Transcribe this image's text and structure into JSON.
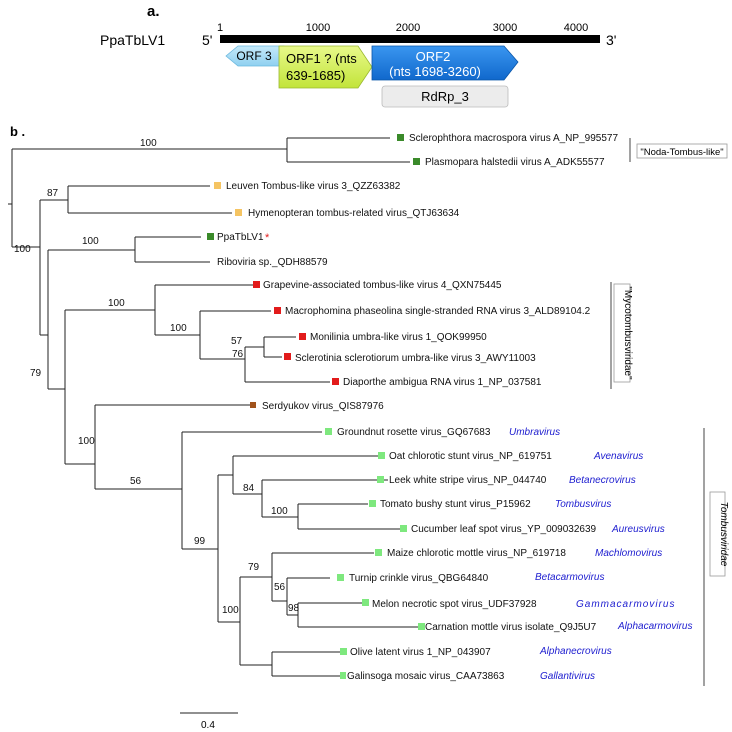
{
  "panel_a": {
    "label": "a.",
    "genome_name": "PpaTbLV1",
    "five_prime": "5'",
    "three_prime": "3'",
    "ticks": [
      "1",
      "1000",
      "2000",
      "3000",
      "4000"
    ],
    "orf3": "ORF 3",
    "orf1_line1": "ORF1 ? (nts",
    "orf1_line2": "639-1685)",
    "orf2_line1": "ORF2",
    "orf2_line2": "(nts 1698-3260)",
    "domain": "RdRp_3",
    "colors": {
      "orf3": "#a9dcf5",
      "orf1": "#d7f25a",
      "orf2": "#1f82e6",
      "domain": "#ececec"
    }
  },
  "panel_b": {
    "label": "b .",
    "scale_value": "0.4",
    "bootstrap": [
      "100",
      "87",
      "100",
      "100",
      "100",
      "100",
      "57",
      "76",
      "79",
      "100",
      "56",
      "99",
      "84",
      "100",
      "79",
      "56",
      "98",
      "100"
    ],
    "taxa": [
      {
        "name": "Sclerophthora macrospora virus A_NP_995577",
        "color": "#3a8a2a",
        "genus": ""
      },
      {
        "name": "Plasmopara halstedii virus A_ADK55577",
        "color": "#3a8a2a",
        "genus": ""
      },
      {
        "name": "Leuven Tombus-like virus 3_QZZ63382",
        "color": "#f5c462",
        "genus": ""
      },
      {
        "name": "Hymenopteran tombus-related virus_QTJ63634",
        "color": "#f5c462",
        "genus": ""
      },
      {
        "name": "PpaTbLV1",
        "color": "#3a8a2a",
        "genus": "",
        "marker": "*"
      },
      {
        "name": "Riboviria sp._QDH88579",
        "color": "",
        "genus": ""
      },
      {
        "name": "Grapevine-associated tombus-like virus 4_QXN75445",
        "color": "#e21b1b",
        "genus": ""
      },
      {
        "name": "Macrophomina phaseolina single-stranded RNA virus 3_ALD89104.2",
        "color": "#e21b1b",
        "genus": ""
      },
      {
        "name": "Monilinia umbra-like virus 1_QOK99950",
        "color": "#e21b1b",
        "genus": ""
      },
      {
        "name": "Sclerotinia sclerotiorum umbra-like virus 3_AWY11003",
        "color": "#e21b1b",
        "genus": ""
      },
      {
        "name": "Diaporthe ambigua RNA virus 1_NP_037581",
        "color": "#e21b1b",
        "genus": ""
      },
      {
        "name": "Serdyukov virus_QIS87976",
        "color": "#a0521c",
        "genus": ""
      },
      {
        "name": "Groundnut rosette virus_GQ67683",
        "color": "#7ee87e",
        "genus": "Umbravirus"
      },
      {
        "name": "Oat chlorotic stunt virus_NP_619751",
        "color": "#7ee87e",
        "genus": "Avenavirus"
      },
      {
        "name": "Leek white stripe virus_NP_044740",
        "color": "#7ee87e",
        "genus": "Betanecrovirus"
      },
      {
        "name": "Tomato bushy stunt virus_P15962",
        "color": "#7ee87e",
        "genus": "Tombusvirus"
      },
      {
        "name": "Cucumber leaf spot virus_YP_009032639",
        "color": "#7ee87e",
        "genus": "Aureusvirus"
      },
      {
        "name": "Maize chlorotic mottle virus_NP_619718",
        "color": "#7ee87e",
        "genus": "Machlomovirus"
      },
      {
        "name": "Turnip crinkle virus_QBG64840",
        "color": "#7ee87e",
        "genus": "Betacarmovirus"
      },
      {
        "name": "Melon necrotic spot virus_UDF37928",
        "color": "#7ee87e",
        "genus": "Gammacarmovirus"
      },
      {
        "name": "Carnation mottle virus isolate_Q9J5U7",
        "color": "#7ee87e",
        "genus": "Alphacarmovirus"
      },
      {
        "name": "Olive latent virus 1_NP_043907",
        "color": "#7ee87e",
        "genus": "Alphanecrovirus"
      },
      {
        "name": "Galinsoga mosaic virus_CAA73863",
        "color": "#7ee87e",
        "genus": "Gallantivirus"
      }
    ],
    "clades": {
      "noda": "\"Noda-Tombus-like\"",
      "myco": "\"Mycotombusviridae\"",
      "tombus": "Tombusviridae"
    }
  }
}
